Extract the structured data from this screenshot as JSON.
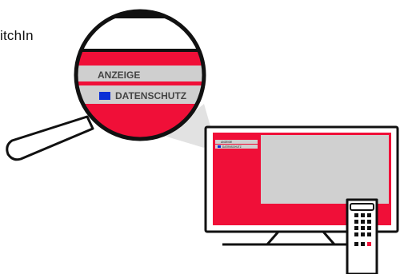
{
  "header": {
    "partial_text": "itchIn"
  },
  "magnifier": {
    "menu": {
      "item_1_label": "ANZEIGE",
      "item_2_label": "DATENSCHUTZ"
    }
  },
  "tv": {
    "menu": {
      "item_1_label": "ANZEIGE",
      "item_2_label": "DATENSCHUTZ"
    }
  },
  "colors": {
    "accent_red": "#f00f38",
    "menu_gray": "#cfcfcf",
    "blue_square": "#0b2fd6",
    "outline": "#111111"
  }
}
